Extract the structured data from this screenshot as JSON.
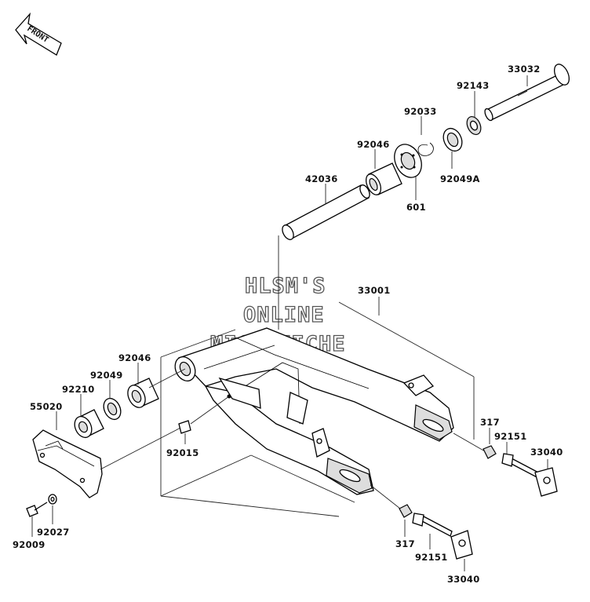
{
  "diagram": {
    "front_marker": "FRONT",
    "watermark": [
      "HLSM'S",
      "ONLINE",
      "MICROFICHE"
    ],
    "part_labels": {
      "p33032": "33032",
      "p92143": "92143",
      "p92033": "92033",
      "p92046_top": "92046",
      "p92049A": "92049A",
      "p42036": "42036",
      "p601": "601",
      "p33001": "33001",
      "p92046_left": "92046",
      "p92049": "92049",
      "p92210": "92210",
      "p55020": "55020",
      "p92015": "92015",
      "p317_right": "317",
      "p92151_right": "92151",
      "p33040_right": "33040",
      "p92027": "92027",
      "p92009": "92009",
      "p317_bottom": "317",
      "p92151_bottom": "92151",
      "p33040_bottom": "33040"
    }
  }
}
